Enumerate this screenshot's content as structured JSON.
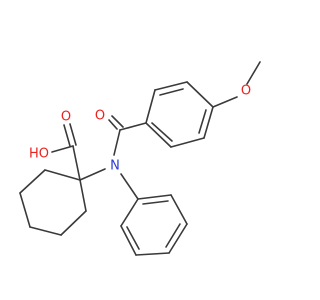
{
  "molecule": {
    "atoms": {
      "methoxy_o": {
        "element": "O",
        "label": "O",
        "color": "#e8231f"
      },
      "carbonyl_o": {
        "element": "O",
        "label": "O",
        "color": "#e8231f"
      },
      "hydroxyl": {
        "element": "O",
        "label": "HO",
        "color": "#e8231f"
      },
      "acid_carbonyl_o": {
        "element": "O",
        "label": "O",
        "color": "#e8231f"
      },
      "amide_n": {
        "element": "N",
        "label": "N",
        "color": "#2a3bd6"
      }
    },
    "bond_color": "#3a3a3a",
    "background": "#ffffff"
  }
}
